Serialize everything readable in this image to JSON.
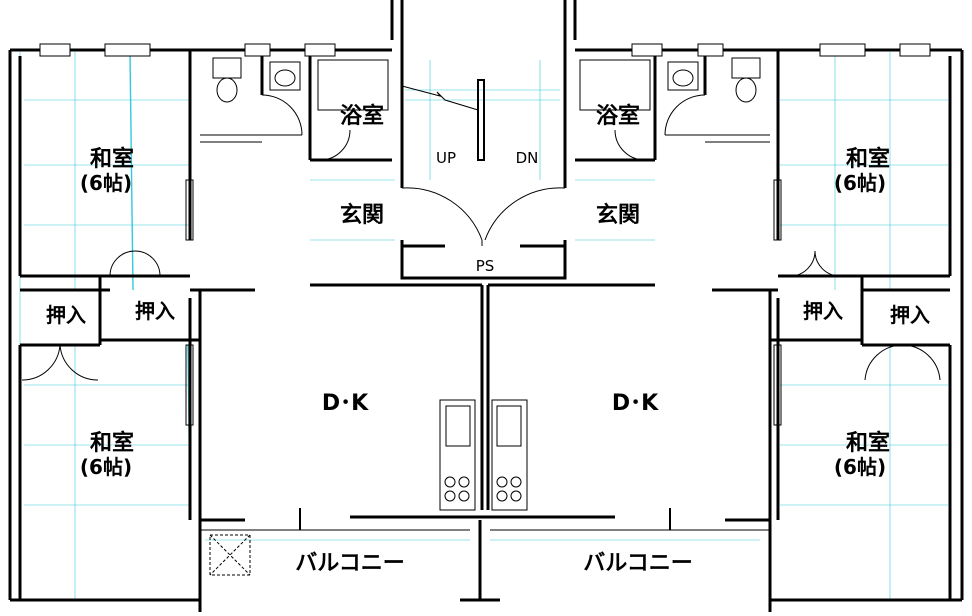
{
  "rooms": {
    "washitsu": "和室",
    "rokujo": "(6帖)",
    "oshiire": "押入",
    "yokushitsu": "浴室",
    "genkan": "玄関",
    "dk": "D･K",
    "balcony": "バルコニー"
  },
  "stairs": {
    "up": "UP",
    "dn": "DN"
  },
  "ps": "PS",
  "colors": {
    "wall": "#000000",
    "guide": "#00bcd4",
    "thin": "#000000"
  }
}
